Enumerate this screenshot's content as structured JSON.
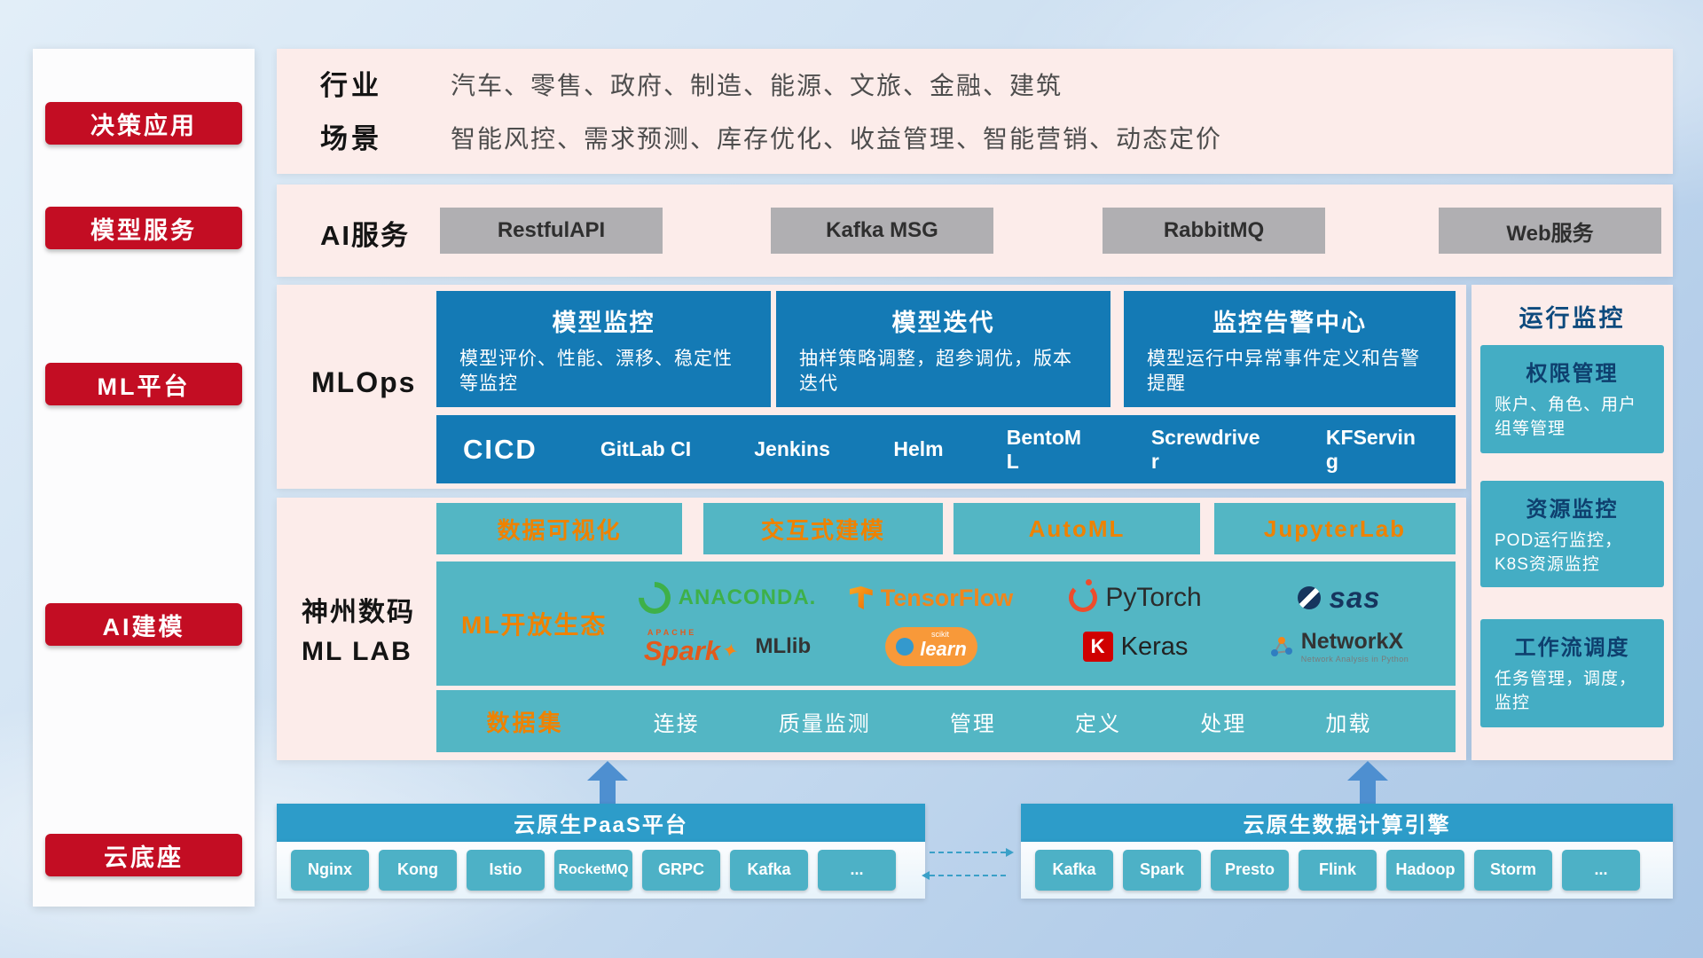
{
  "colors": {
    "accent_red": "#c30d23",
    "panel_pink": "#fcecea",
    "card_blue": "#147ab5",
    "teal": "#53b6c4",
    "header_blue": "#2d9cc9",
    "accent_orange": "#ef8200",
    "gray_chip": "#b0afb2"
  },
  "sidebar": {
    "items": [
      {
        "label": "决策应用"
      },
      {
        "label": "模型服务"
      },
      {
        "label": "ML平台"
      },
      {
        "label": "AI建模"
      },
      {
        "label": "云底座"
      }
    ]
  },
  "industry": {
    "row1_label": "行业",
    "row1_text": "汽车、零售、政府、制造、能源、文旅、金融、建筑",
    "row2_label": "场景",
    "row2_text": "智能风控、需求预测、库存优化、收益管理、智能营销、动态定价"
  },
  "ai_service": {
    "label": "AI服务",
    "services": [
      "RestfulAPI",
      "Kafka MSG",
      "RabbitMQ",
      "Web服务"
    ]
  },
  "mlops": {
    "label": "MLOps",
    "cards": [
      {
        "title": "模型监控",
        "desc": "模型评价、性能、漂移、稳定性等监控"
      },
      {
        "title": "模型迭代",
        "desc": "抽样策略调整，超参调优，版本迭代"
      },
      {
        "title": "监控告警中心",
        "desc": "模型运行中异常事件定义和告警提醒"
      }
    ],
    "cicd_label": "CICD",
    "cicd_tools": [
      "GitLab CI",
      "Jenkins",
      "Helm",
      "BentoML",
      "Screwdriver",
      "KFServing"
    ]
  },
  "monitor": {
    "title": "运行监控",
    "cards": [
      {
        "title": "权限管理",
        "desc": "账户、角色、用户组等管理"
      },
      {
        "title": "资源监控",
        "desc": "POD运行监控，K8S资源监控"
      },
      {
        "title": "工作流调度",
        "desc": "任务管理，调度，监控"
      }
    ]
  },
  "mllab": {
    "label_line1": "神州数码",
    "label_line2": "ML LAB",
    "features": [
      "数据可视化",
      "交互式建模",
      "AutoML",
      "JupyterLab"
    ],
    "eco_label": "ML开放生态",
    "logos": {
      "anaconda": "ANACONDA.",
      "tensorflow": "TensorFlow",
      "pytorch": "PyTorch",
      "sas": "sas",
      "spark_super": "APACHE",
      "spark": "Spark",
      "spark_star": "✦",
      "spark_suffix": "MLlib",
      "scikit_super": "scikit",
      "scikit": "learn",
      "keras_letter": "K",
      "keras": "Keras",
      "networkx": "NetworkX",
      "networkx_sub": "Network Analysis in Python"
    },
    "dataset_label": "数据集",
    "dataset_items": [
      "连接",
      "质量监测",
      "管理",
      "定义",
      "处理",
      "加载"
    ]
  },
  "paas": {
    "title": "云原生PaaS平台",
    "items": [
      "Nginx",
      "Kong",
      "Istio",
      "RocketMQ",
      "GRPC",
      "Kafka",
      "..."
    ]
  },
  "engine": {
    "title": "云原生数据计算引擎",
    "items": [
      "Kafka",
      "Spark",
      "Presto",
      "Flink",
      "Hadoop",
      "Storm",
      "..."
    ]
  }
}
